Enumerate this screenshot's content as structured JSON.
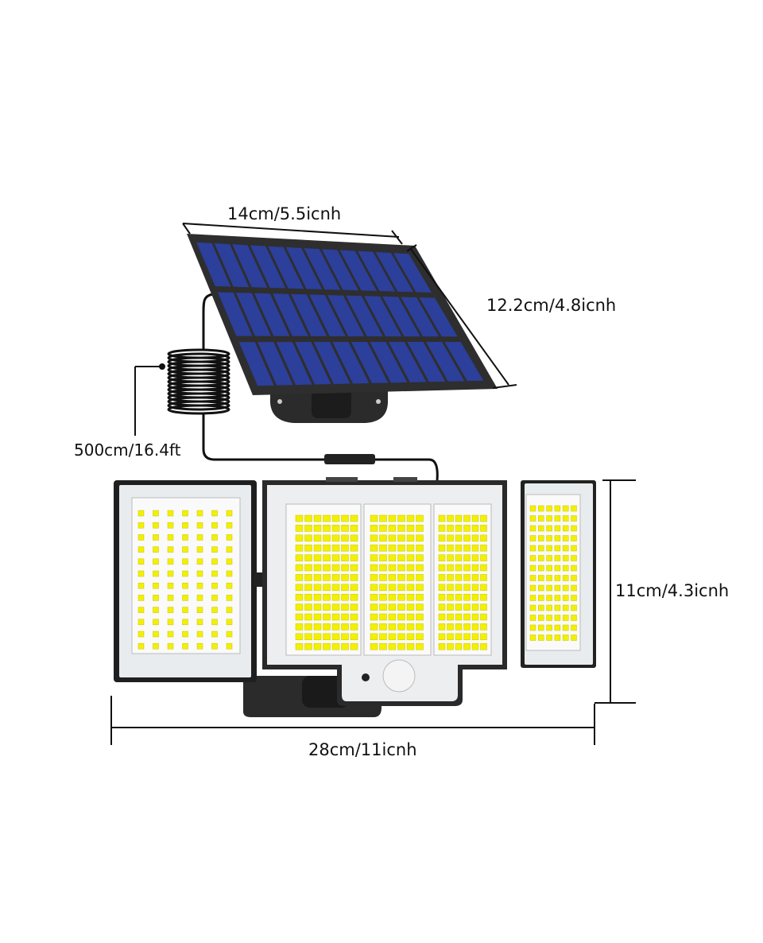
{
  "dimensions": {
    "panel_width": "14cm/5.5icnh",
    "panel_height": "12.2cm/4.8icnh",
    "cable_length": "500cm/16.4ft",
    "light_height": "11cm/4.3icnh",
    "light_width": "28cm/11icnh"
  },
  "colors": {
    "solar_cell": "#2c3f9a",
    "frame": "#2a2a2a",
    "led": "#f3f000",
    "housing": "#e9ecef"
  }
}
